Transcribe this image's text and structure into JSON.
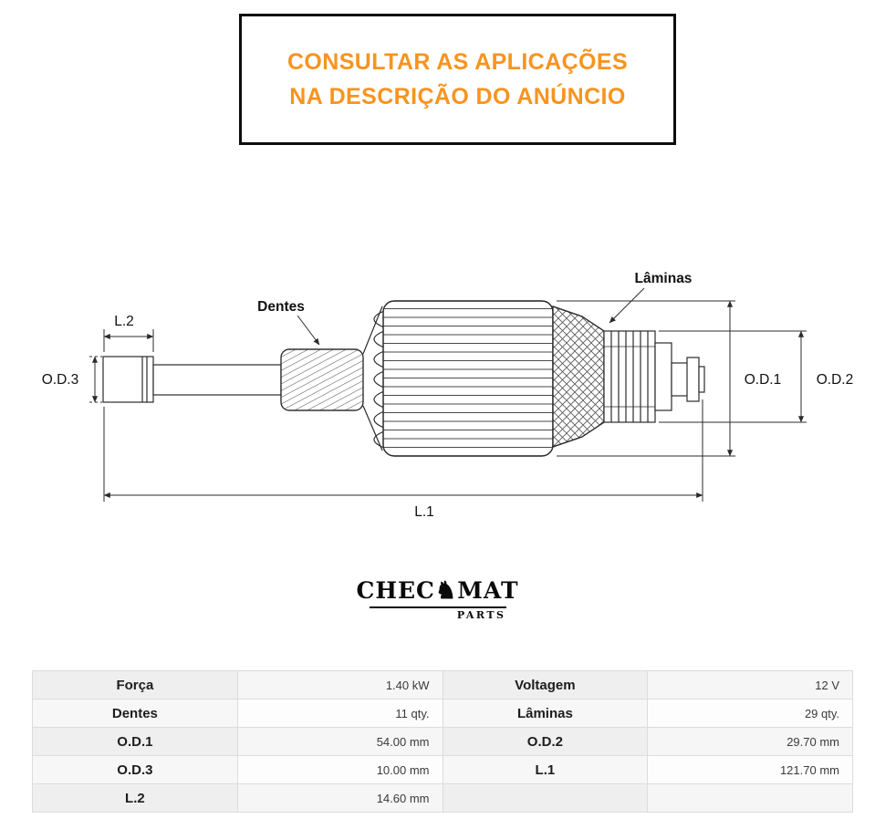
{
  "notice": {
    "line1": "CONSULTAR AS APLICAÇÕES",
    "line2": "NA DESCRIÇÃO DO ANÚNCIO",
    "accent_color": "#f7941e"
  },
  "diagram": {
    "labels": {
      "dentes": "Dentes",
      "laminas": "Lâminas",
      "l1": "L.1",
      "l2": "L.2",
      "od1": "O.D.1",
      "od2": "O.D.2",
      "od3": "O.D.3"
    }
  },
  "logo": {
    "pre": "CHEC",
    "knight": "♞",
    "post": "MAT",
    "subtitle": "PARTS"
  },
  "table": {
    "rows": [
      {
        "label1": "Força",
        "value1": "1.40 kW",
        "label2": "Voltagem",
        "value2": "12 V"
      },
      {
        "label1": "Dentes",
        "value1": "11 qty.",
        "label2": "Lâminas",
        "value2": "29 qty."
      },
      {
        "label1": "O.D.1",
        "value1": "54.00 mm",
        "label2": "O.D.2",
        "value2": "29.70 mm"
      },
      {
        "label1": "O.D.3",
        "value1": "10.00 mm",
        "label2": "L.1",
        "value2": "121.70 mm"
      },
      {
        "label1": "L.2",
        "value1": "14.60 mm",
        "label2": "",
        "value2": ""
      }
    ]
  }
}
